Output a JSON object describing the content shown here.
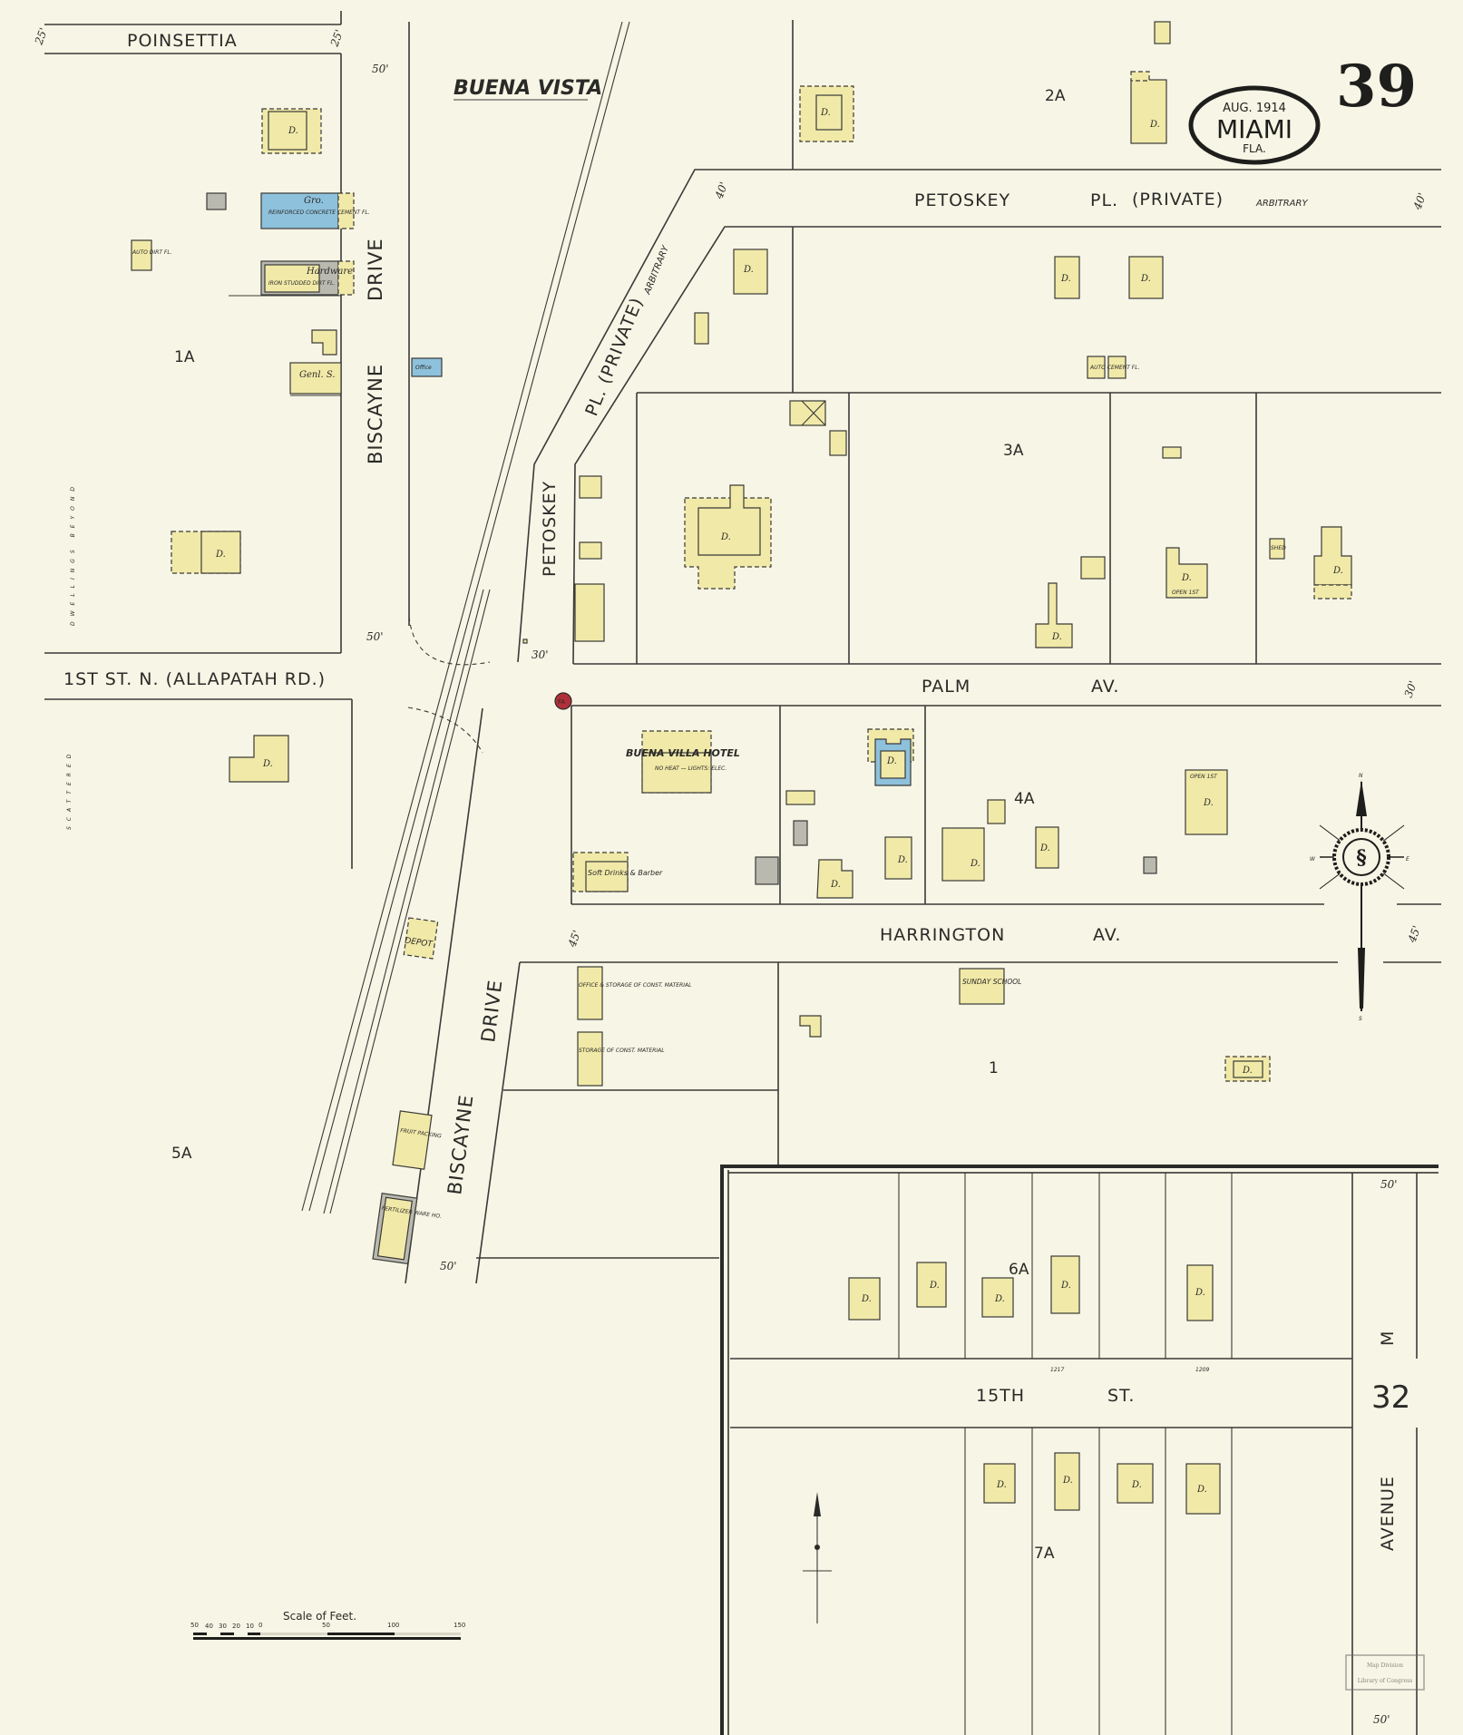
{
  "sheet": {
    "page_number": "39",
    "date": "AUG. 1914",
    "city": "MIAMI",
    "state": "FLA.",
    "adjoining_sheet": "32"
  },
  "streets": {
    "poinsettia": "POINSETTIA",
    "biscayne_upper_1": "BISCAYNE",
    "biscayne_upper_2": "DRIVE",
    "biscayne_lower_1": "BISCAYNE",
    "biscayne_lower_2": "DRIVE",
    "first_st": "1ST ST. N. (ALLAPATAH RD.)",
    "petoskey_h_1": "PETOSKEY",
    "petoskey_h_2": "PL.",
    "petoskey_h_3": "(PRIVATE)",
    "petoskey_h_4": "ARBITRARY",
    "petoskey_diag_1": "PETOSKEY",
    "petoskey_diag_2": "PL. (PRIVATE)",
    "petoskey_diag_3": "ARBITRARY",
    "palm_1": "PALM",
    "palm_2": "AV.",
    "harrington_1": "HARRINGTON",
    "harrington_2": "AV.",
    "fifteenth_1": "15TH",
    "fifteenth_2": "ST.",
    "avenue_m": "M",
    "avenue": "AVENUE"
  },
  "areas": {
    "buena_vista": "BUENA VISTA",
    "dwellings_beyond": "DWELLINGS BEYOND",
    "scattered": "SCATTERED"
  },
  "blocks": [
    "1A",
    "2A",
    "3A",
    "4A",
    "5A",
    "6A",
    "7A",
    "1"
  ],
  "street_widths": {
    "w25": "25'",
    "w50": "50'",
    "w40": "40'",
    "w30": "30'",
    "w45": "45'"
  },
  "house_numbers": [
    "1217",
    "1209"
  ],
  "buildings": {
    "dwelling": "D.",
    "grocery": "Gro.",
    "reinforced": "REINFORCED CONCRETE CEMENT FL.",
    "hardware": "Hardware",
    "hardware_note": "IRON STUDDED DIRT FL.",
    "auto_dirt": "AUTO DIRT FL.",
    "general_store": "Genl. S.",
    "office": "Office",
    "auto_cement": "AUTO CEMENT FL.",
    "hotel": "BUENA VILLA HOTEL",
    "hotel_note": "NO HEAT — LIGHTS: ELEC.",
    "soft_drinks": "Soft Drinks & Barber",
    "shed": "SHED",
    "open_1st": "OPEN 1ST",
    "depot": "DEPOT",
    "office_storage": "OFFICE & STORAGE OF CONST. MATERIAL",
    "storage": "STORAGE OF CONST. MATERIAL",
    "sunday_school": "SUNDAY SCHOOL",
    "fruit_packing": "FRUIT PACKING",
    "fertilizer": "FERTILIZER WARE HO.",
    "fire_alarm": "FA"
  },
  "compass": {
    "n": "N",
    "s": "S",
    "e": "E",
    "w": "W"
  },
  "scale": {
    "title": "Scale of Feet.",
    "ticks": [
      "50",
      "40",
      "30",
      "20",
      "10",
      "0",
      "50",
      "100",
      "150"
    ]
  },
  "stamp": {
    "line1": "Map Division",
    "line2": "Library of Congress"
  },
  "colors": {
    "paper": "#f7f5e5",
    "frame": "#f1e9a8",
    "brick": "#8ec1dc",
    "fireproof": "#b9b9b0",
    "fire_alarm": "#b0303a"
  }
}
